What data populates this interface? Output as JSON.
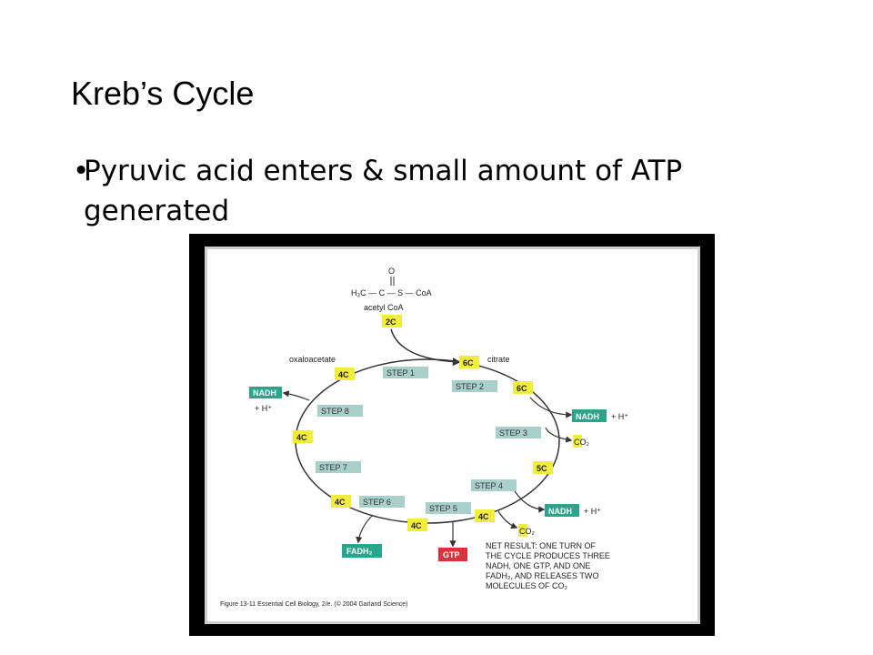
{
  "slide": {
    "title": "Kreb’s Cycle",
    "bullet_marker": "•",
    "bullet": "Pyruvic acid enters & small amount of ATP generated"
  },
  "diagram": {
    "acetyl_formula": "H₃C — C — S — CoA",
    "acetyl_oxygen": "O",
    "acetyl_label": "acetyl CoA",
    "carbon_nodes": [
      "2C",
      "6C",
      "6C",
      "5C",
      "4C",
      "4C",
      "4C",
      "4C",
      "4C"
    ],
    "compound_labels": {
      "oxaloacetate": "oxaloacetate",
      "citrate": "citrate"
    },
    "steps": [
      "STEP 1",
      "STEP 2",
      "STEP 3",
      "STEP 4",
      "STEP 5",
      "STEP 6",
      "STEP 7",
      "STEP 8"
    ],
    "nadh": "NADH",
    "h_plus": "+ H⁺",
    "co2": "CO₂",
    "fadh2": "FADH₂",
    "gtp": "GTP",
    "net_result": [
      "NET RESULT: ONE TURN OF",
      "THE CYCLE PRODUCES THREE",
      "NADH, ONE GTP, AND ONE",
      "FADH₂, AND RELEASES TWO",
      "MOLECULES OF CO₂"
    ],
    "caption": "Figure 13-11  Essential Cell Biology, 2/e. (© 2004 Garland Science)",
    "colors": {
      "carbon": "#f2ec3a",
      "step": "#a9cfc9",
      "nadh": "#2aa58a",
      "gtp": "#d8323a",
      "arrow": "#333333"
    }
  }
}
